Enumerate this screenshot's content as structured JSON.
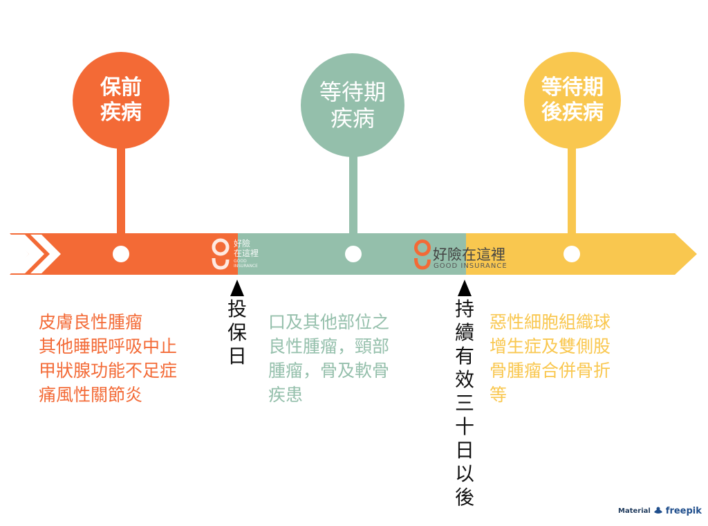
{
  "colors": {
    "orange": "#f36a36",
    "teal": "#94bfab",
    "yellow": "#f9c74f",
    "black": "#000000"
  },
  "stages": [
    {
      "lines": [
        "保前",
        "疾病"
      ]
    },
    {
      "lines": [
        "等待期",
        "疾病"
      ]
    },
    {
      "lines": [
        "等待期",
        "後疾病"
      ]
    }
  ],
  "descriptions": [
    {
      "lines": [
        "皮膚良性腫瘤",
        "其他睡眠呼吸中止",
        "甲狀腺功能不足症",
        "痛風性關節炎"
      ]
    },
    {
      "lines": [
        "口及其他部位之",
        "良性腫瘤，頸部",
        "腫瘤，骨及軟骨",
        "疾患"
      ]
    },
    {
      "lines": [
        "惡性細胞組織球",
        "增生症及雙側股",
        "骨腫瘤合併骨折",
        "等"
      ]
    }
  ],
  "markers": [
    {
      "chars": [
        "投",
        "保",
        "日"
      ]
    },
    {
      "chars": [
        "持",
        "續",
        "有",
        "效",
        "三",
        "十",
        "日",
        "以",
        "後"
      ]
    }
  ],
  "logo": {
    "name_small": [
      "好險",
      "在這裡"
    ],
    "name_large": "好險在這裡",
    "sub_small": [
      "GOOD",
      "INSURANCE"
    ],
    "sub_large": "GOOD INSURANCE",
    "icon": "g-logo-icon"
  },
  "credit": {
    "prefix": "Material",
    "brand": "freepik",
    "icon": "freepik-mascot-icon"
  }
}
